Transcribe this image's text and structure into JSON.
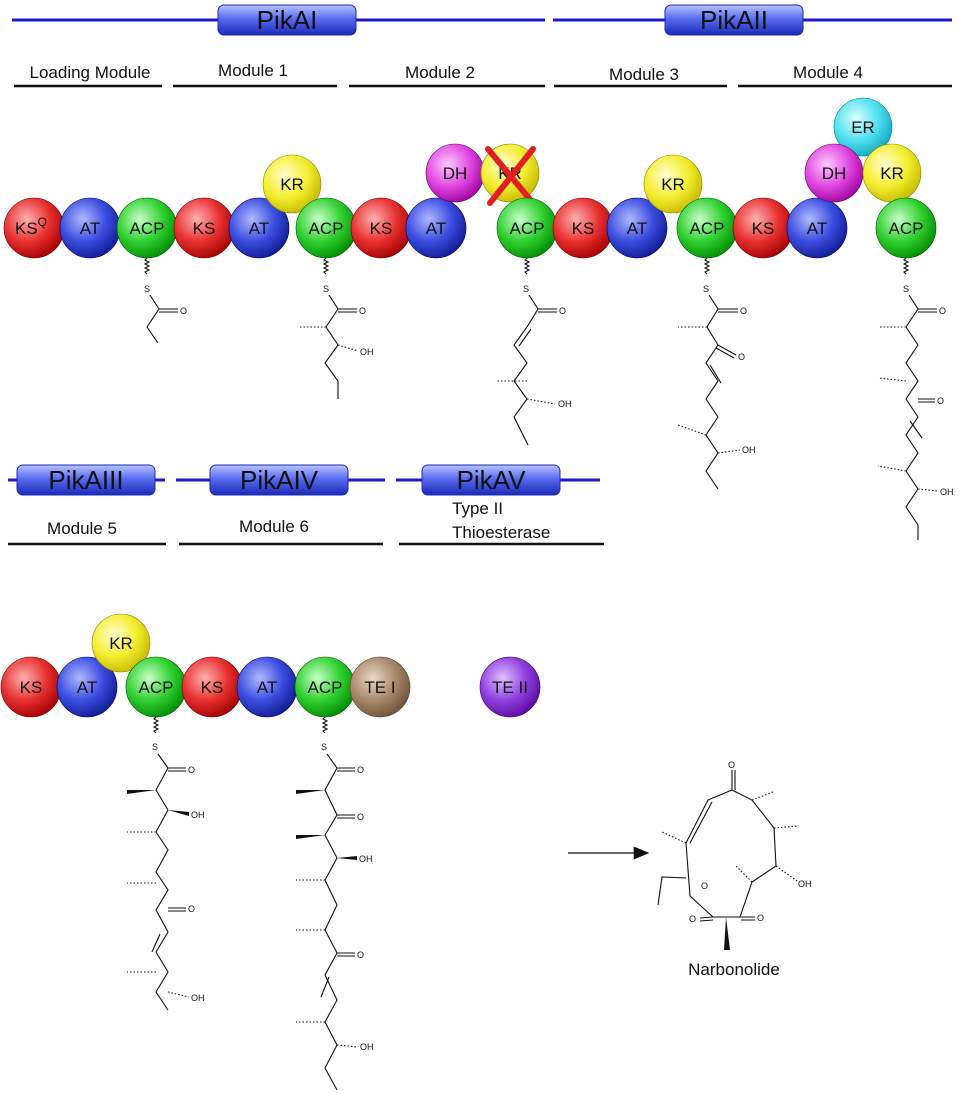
{
  "genes": [
    {
      "id": "pika1",
      "label": "PikAI"
    },
    {
      "id": "pika2",
      "label": "PikAII"
    },
    {
      "id": "pika3",
      "label": "PikAIII"
    },
    {
      "id": "pika4",
      "label": "PikAIV"
    },
    {
      "id": "pika5",
      "label": "PikAV"
    }
  ],
  "modules": [
    {
      "id": "loading",
      "label": "Loading Module"
    },
    {
      "id": "m1",
      "label": "Module 1"
    },
    {
      "id": "m2",
      "label": "Module 2"
    },
    {
      "id": "m3",
      "label": "Module 3"
    },
    {
      "id": "m4",
      "label": "Module 4"
    },
    {
      "id": "m5",
      "label": "Module 5"
    },
    {
      "id": "m6",
      "label": "Module 6"
    },
    {
      "id": "te2",
      "label_line1": "Type II",
      "label_line2": "Thioesterase"
    }
  ],
  "domain_colors": {
    "KS": "#e02020",
    "AT": "#2a3fd0",
    "ACP": "#1fc21f",
    "KR": "#f4ee2a",
    "DH": "#e040e0",
    "ER": "#40e0f0",
    "TE I": "#a0826a",
    "TE II": "#8a2ed0"
  },
  "domains_row1": [
    {
      "id": "ksq",
      "label": "KS",
      "sup": "Q",
      "type": "KS"
    },
    {
      "id": "at-load",
      "label": "AT",
      "type": "AT"
    },
    {
      "id": "acp-load",
      "label": "ACP",
      "type": "ACP"
    },
    {
      "id": "ks-m1",
      "label": "KS",
      "type": "KS"
    },
    {
      "id": "at-m1",
      "label": "AT",
      "type": "AT"
    },
    {
      "id": "kr-m1",
      "label": "KR",
      "type": "KR"
    },
    {
      "id": "acp-m1",
      "label": "ACP",
      "type": "ACP"
    },
    {
      "id": "ks-m2",
      "label": "KS",
      "type": "KS"
    },
    {
      "id": "at-m2",
      "label": "AT",
      "type": "AT"
    },
    {
      "id": "dh-m2",
      "label": "DH",
      "type": "DH"
    },
    {
      "id": "kr-m2",
      "label": "KR",
      "type": "KR",
      "inactive": true
    },
    {
      "id": "acp-m2",
      "label": "ACP",
      "type": "ACP"
    },
    {
      "id": "ks-m3",
      "label": "KS",
      "type": "KS"
    },
    {
      "id": "at-m3",
      "label": "AT",
      "type": "AT"
    },
    {
      "id": "kr-m3",
      "label": "KR",
      "type": "KR"
    },
    {
      "id": "acp-m3",
      "label": "ACP",
      "type": "ACP"
    },
    {
      "id": "ks-m4",
      "label": "KS",
      "type": "KS"
    },
    {
      "id": "at-m4",
      "label": "AT",
      "type": "AT"
    },
    {
      "id": "er-m4",
      "label": "ER",
      "type": "ER"
    },
    {
      "id": "dh-m4",
      "label": "DH",
      "type": "DH"
    },
    {
      "id": "kr-m4",
      "label": "KR",
      "type": "KR"
    },
    {
      "id": "acp-m4",
      "label": "ACP",
      "type": "ACP"
    }
  ],
  "domains_row2": [
    {
      "id": "ks-m5",
      "label": "KS",
      "type": "KS"
    },
    {
      "id": "at-m5",
      "label": "AT",
      "type": "AT"
    },
    {
      "id": "kr-m5",
      "label": "KR",
      "type": "KR"
    },
    {
      "id": "acp-m5",
      "label": "ACP",
      "type": "ACP"
    },
    {
      "id": "ks-m6",
      "label": "KS",
      "type": "KS"
    },
    {
      "id": "at-m6",
      "label": "AT",
      "type": "AT"
    },
    {
      "id": "acp-m6",
      "label": "ACP",
      "type": "ACP"
    },
    {
      "id": "te1",
      "label": "TE I",
      "type": "TE I"
    },
    {
      "id": "te2",
      "label": "TE II",
      "type": "TE II"
    }
  ],
  "atoms": {
    "sulfur": "S",
    "oxygen": "O",
    "hydroxyl": "OH"
  },
  "product": {
    "label": "Narbonolide"
  }
}
